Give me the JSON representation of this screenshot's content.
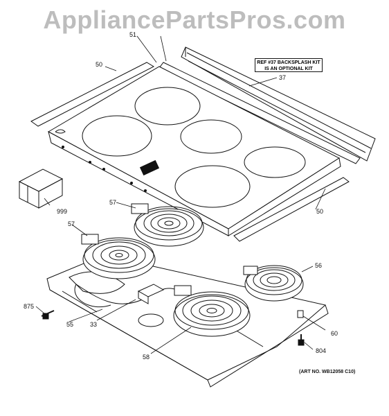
{
  "watermark": "AppliancePartsPros.com",
  "note": {
    "line1": "REF #37 BACKSPLASH KIT",
    "line2": "IS AN OPTIONAL KIT"
  },
  "art_number": "(ART NO. WB12058 C10)",
  "callouts": {
    "c50_left": "50",
    "c51": "51",
    "c37": "37",
    "c50_right": "50",
    "c999": "999",
    "c57_upper": "57",
    "c57_lower": "57",
    "c56": "56",
    "c875": "875",
    "c55": "55",
    "c33": "33",
    "c58": "58",
    "c60": "60",
    "c804": "804"
  },
  "colors": {
    "line": "#111111",
    "watermark": "#bdbdbd",
    "background": "#ffffff"
  }
}
